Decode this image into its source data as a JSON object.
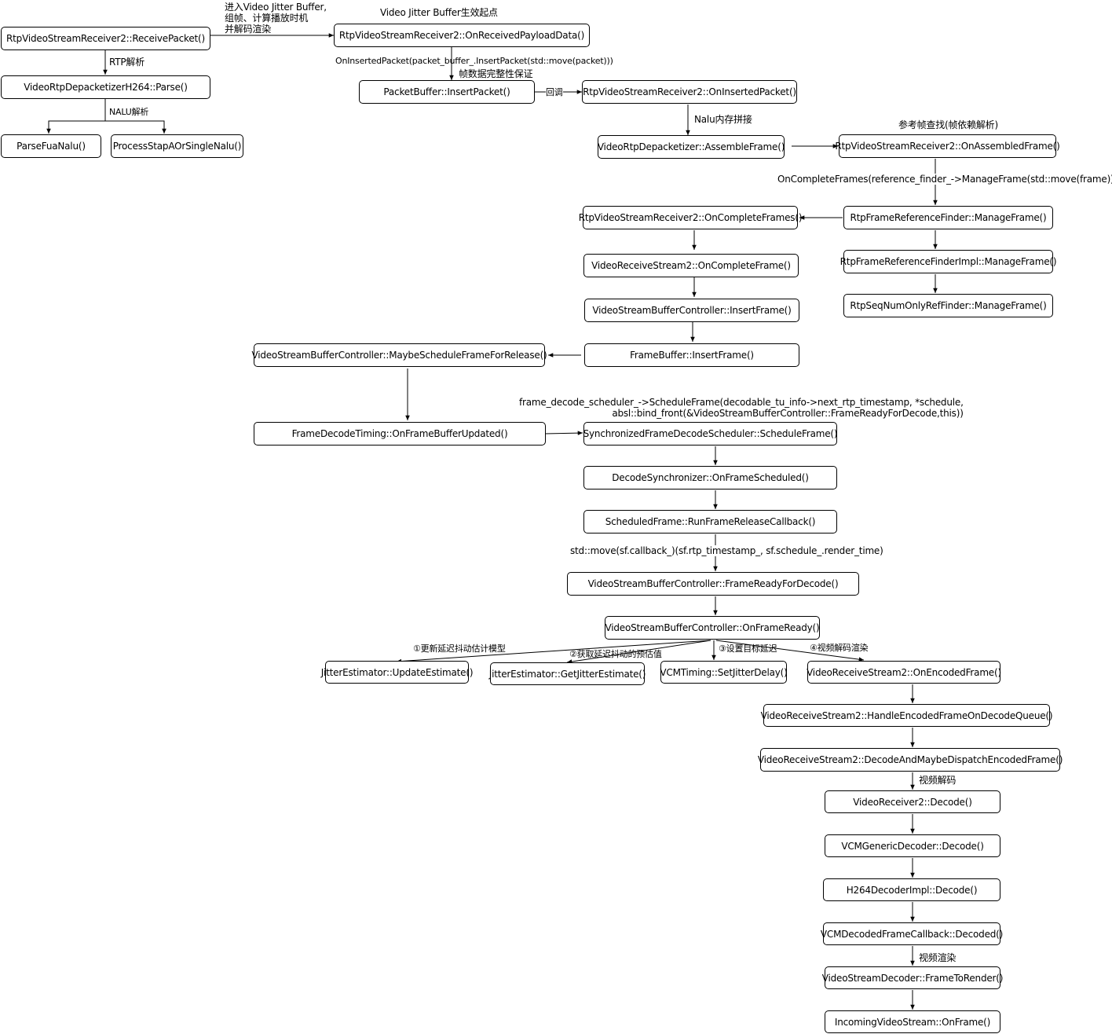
{
  "nodes": {
    "receive_packet": "RtpVideoStreamReceiver2::ReceivePacket()",
    "depacketizer_parse": "VideoRtpDepacketizerH264::Parse()",
    "parse_fua": "ParseFuaNalu()",
    "process_stap": "ProcessStapAOrSingleNalu()",
    "on_received_payload": "RtpVideoStreamReceiver2::OnReceivedPayloadData()",
    "packet_buffer_insert": "PacketBuffer::InsertPacket()",
    "on_inserted_packet": "RtpVideoStreamReceiver2::OnInsertedPacket()",
    "assemble_frame": "VideoRtpDepacketizer::AssembleFrame()",
    "on_assembled_frame": "RtpVideoStreamReceiver2::OnAssembledFrame()",
    "on_complete_frames": "RtpVideoStreamReceiver2::OnCompleteFrames()",
    "ref_finder_manage": "RtpFrameReferenceFinder::ManageFrame()",
    "ref_finder_impl_manage": "RtpFrameReferenceFinderImpl::ManageFrame()",
    "seqnum_finder_manage": "RtpSeqNumOnlyRefFinder::ManageFrame()",
    "receive_stream_complete": "VideoReceiveStream2::OnCompleteFrame()",
    "buffer_controller_insert": "VideoStreamBufferController::InsertFrame()",
    "frame_buffer_insert": "FrameBuffer::InsertFrame()",
    "maybe_schedule": "VideoStreamBufferController::MaybeScheduleFrameForRelease()",
    "decode_timing": "FrameDecodeTiming::OnFrameBufferUpdated()",
    "sync_scheduler": "SynchronizedFrameDecodeScheduler::ScheduleFrame()",
    "decode_sync": "DecodeSynchronizer::OnFrameScheduled()",
    "run_release_cb": "ScheduledFrame::RunFrameReleaseCallback()",
    "frame_ready_for_decode": "VideoStreamBufferController::FrameReadyForDecode()",
    "on_frame_ready": "VideoStreamBufferController::OnFrameReady()",
    "jitter_update": "JitterEstimator::UpdateEstimate()",
    "jitter_get": "JitterEstimator::GetJitterEstimate()",
    "vcm_set_delay": "VCMTiming::SetJitterDelay()",
    "on_encoded_frame": "VideoReceiveStream2::OnEncodedFrame()",
    "handle_encoded": "VideoReceiveStream2::HandleEncodedFrameOnDecodeQueue()",
    "decode_and_dispatch": "VideoReceiveStream2::DecodeAndMaybeDispatchEncodedFrame()",
    "receiver2_decode": "VideoReceiver2::Decode()",
    "generic_decoder": "VCMGenericDecoder::Decode()",
    "h264_decode": "H264DecoderImpl::Decode()",
    "decoded_cb": "VCMDecodedFrameCallback::Decoded()",
    "frame_to_render": "VideoStreamDecoder::FrameToRender()",
    "incoming_on_frame": "IncomingVideoStream::OnFrame()"
  },
  "labels": {
    "enter_jitter": [
      "进入Video Jitter Buffer,",
      "组帧、计算播放时机",
      "并解码渲染"
    ],
    "jitter_start": "Video Jitter Buffer生效起点",
    "rtp_parse": "RTP解析",
    "nalu_parse": "NALU解析",
    "on_inserted_call": "OnInsertedPacket(packet_buffer_.InsertPacket(std::move(packet)))",
    "frame_integrity": "帧数据完整性保证",
    "callback": "回调",
    "nalu_memory": "Nalu内存拼接",
    "ref_lookup": "参考帧查找(帧依赖解析)",
    "on_complete_call": "OnCompleteFrames(reference_finder_->ManageFrame(std::move(frame)))",
    "schedule_call": [
      "frame_decode_scheduler_->ScheduleFrame(decodable_tu_info->next_rtp_timestamp, *schedule,",
      "absl::bind_front(&VideoStreamBufferController::FrameReadyForDecode,this))"
    ],
    "std_move_call": "std::move(sf.callback_)(sf.rtp_timestamp_, sf.schedule_.render_time)",
    "update_model": "①更新延迟抖动估计模型",
    "get_estimate": "②获取延迟抖动的预估值",
    "set_target": "③设置目标延迟",
    "video_decode_render": "④视频解码渲染",
    "video_decode": "视频解码",
    "video_render": "视频渲染"
  }
}
